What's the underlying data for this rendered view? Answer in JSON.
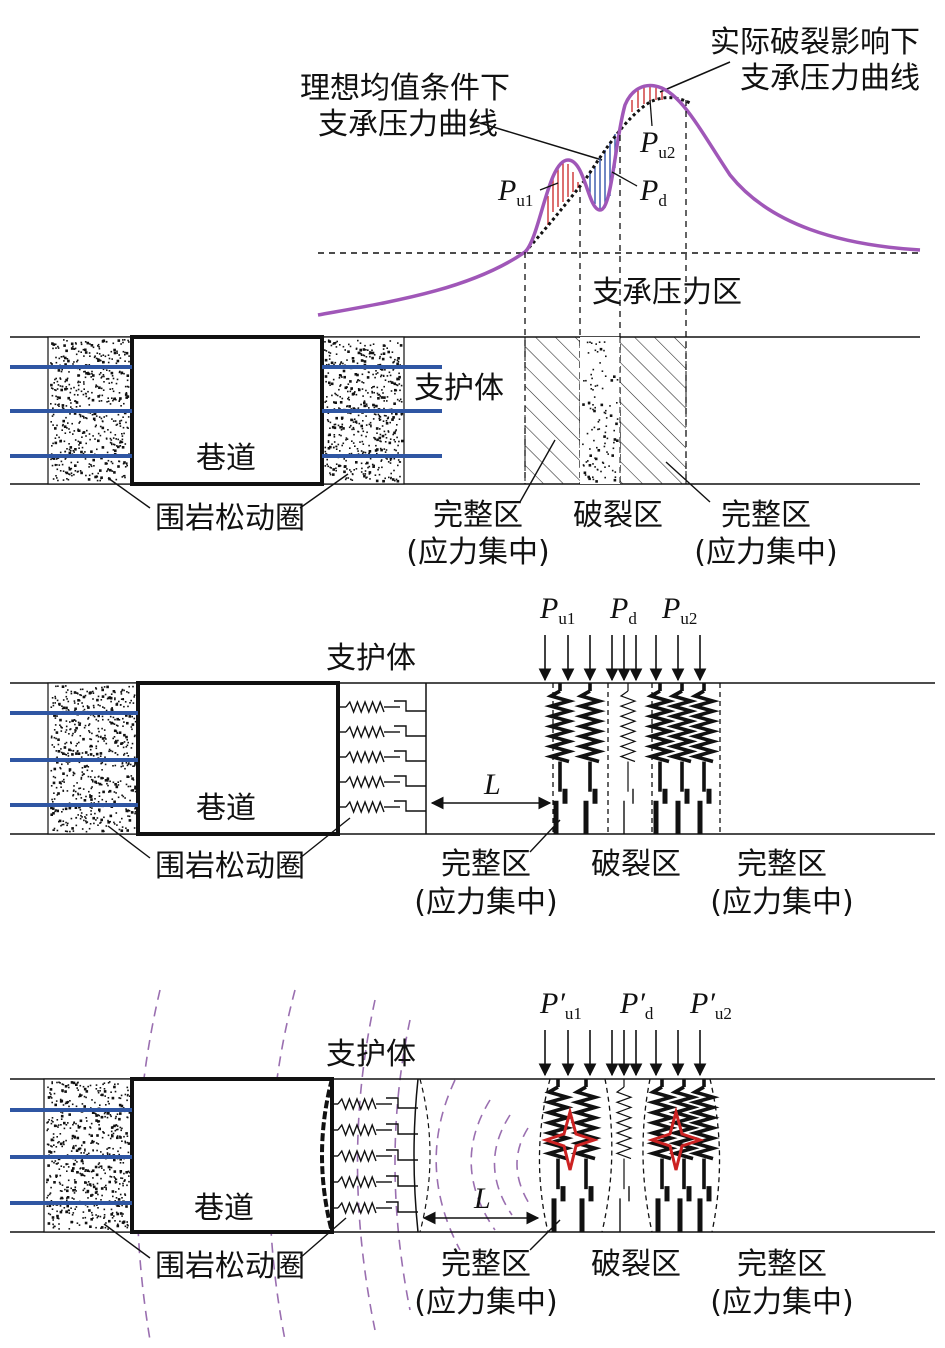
{
  "colors": {
    "bolt": "#2f56a3",
    "actual_curve": "#a057b8",
    "ideal_curve": "#111111",
    "hatch_red": "#cc3333",
    "hatch_blue": "#3355aa",
    "wave": "#9a6fb0",
    "fracture_star": "#cc2222"
  },
  "panel1": {
    "actual_curve_label": [
      "实际破裂影响下",
      "支承压力曲线"
    ],
    "ideal_curve_label": [
      "理想均值条件下",
      "支承压力曲线"
    ],
    "pu1": {
      "main": "P",
      "sub": "u1"
    },
    "pd": {
      "main": "P",
      "sub": "d"
    },
    "pu2": {
      "main": "P",
      "sub": "u2"
    },
    "zone_label": "支承压力区",
    "support": "支护体",
    "roadway": "巷道",
    "loose_circle": "围岩松动圈",
    "intact_left": [
      "完整区",
      "(应力集中)"
    ],
    "fracture": "破裂区",
    "intact_right": [
      "完整区",
      "(应力集中)"
    ]
  },
  "panel2": {
    "pu1": {
      "main": "P",
      "sub": "u1"
    },
    "pd": {
      "main": "P",
      "sub": "d"
    },
    "pu2": {
      "main": "P",
      "sub": "u2"
    },
    "support": "支护体",
    "roadway": "巷道",
    "distance": "L",
    "loose_circle": "围岩松动圈",
    "intact_left": [
      "完整区",
      "(应力集中)"
    ],
    "fracture": "破裂区",
    "intact_right": [
      "完整区",
      "(应力集中)"
    ]
  },
  "panel3": {
    "pu1": {
      "main": "P′",
      "sub": "u1"
    },
    "pd": {
      "main": "P′",
      "sub": "d"
    },
    "pu2": {
      "main": "P′",
      "sub": "u2"
    },
    "support": "支护体",
    "roadway": "巷道",
    "distance": "L",
    "loose_circle": "围岩松动圈",
    "intact_left": [
      "完整区",
      "(应力集中)"
    ],
    "fracture": "破裂区",
    "intact_right": [
      "完整区",
      "(应力集中)"
    ]
  }
}
